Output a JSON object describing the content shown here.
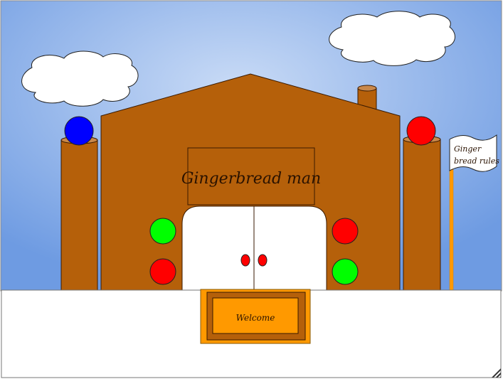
{
  "sign": {
    "text": "Gingerbread man"
  },
  "flag": {
    "line1": "Ginger",
    "line2": "bread rules"
  },
  "mat": {
    "text": "Welcome"
  },
  "colors": {
    "sky_center": "#c5d7f5",
    "sky_edge": "#6e9be2",
    "gingerbread": "#b5600a",
    "orange": "#ff9900",
    "red": "#ff0000",
    "green": "#00ff00",
    "blue": "#0000ff"
  }
}
